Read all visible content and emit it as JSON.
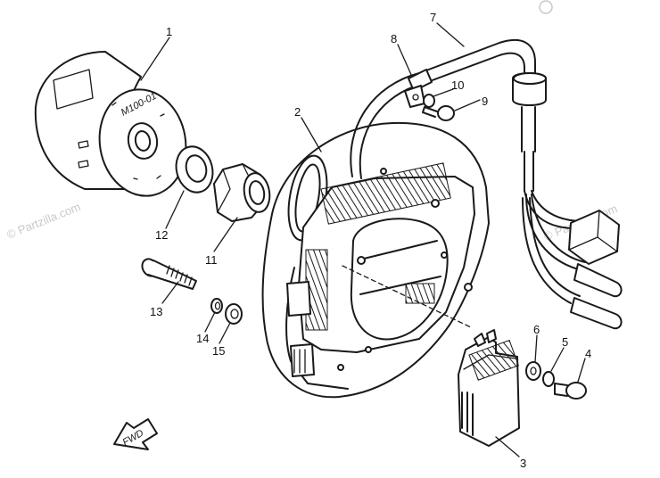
{
  "callouts": [
    "1",
    "2",
    "3",
    "4",
    "5",
    "6",
    "7",
    "8",
    "9",
    "10",
    "11",
    "12",
    "13",
    "14",
    "15"
  ],
  "part_stamp": "M100-01",
  "fwd_label": "FWD",
  "watermark": "© Partzilla.com"
}
